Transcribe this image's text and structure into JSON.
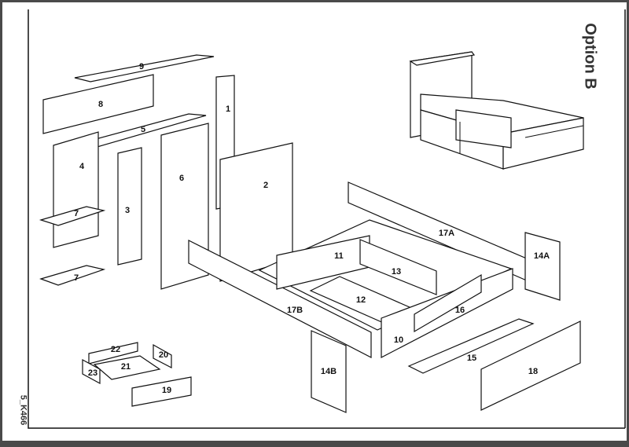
{
  "title": "Option B",
  "doc_code": "5_K466",
  "parts": [
    "9",
    "8",
    "5",
    "1",
    "4",
    "7",
    "3",
    "6",
    "2",
    "7",
    "17A",
    "14A",
    "11",
    "13",
    "12",
    "16",
    "17B",
    "10",
    "15",
    "14B",
    "18",
    "22",
    "20",
    "21",
    "23",
    "19"
  ]
}
